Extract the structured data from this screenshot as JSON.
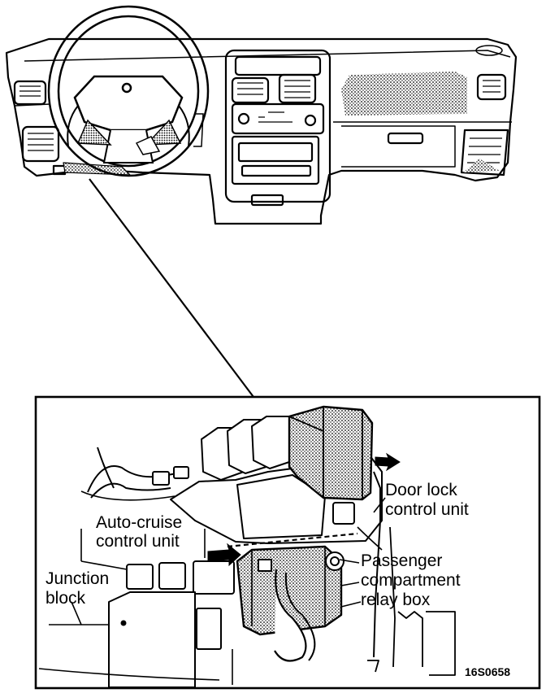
{
  "labels": {
    "door_lock": [
      "Door lock",
      "control unit"
    ],
    "auto_cruise": [
      "Auto-cruise",
      "control unit"
    ],
    "junction": [
      "Junction",
      "block"
    ],
    "passenger": [
      "Passenger",
      "compartment",
      "relay box"
    ]
  },
  "figure_code": "16S0658",
  "colors": {
    "line": "#000000",
    "background": "#ffffff"
  }
}
